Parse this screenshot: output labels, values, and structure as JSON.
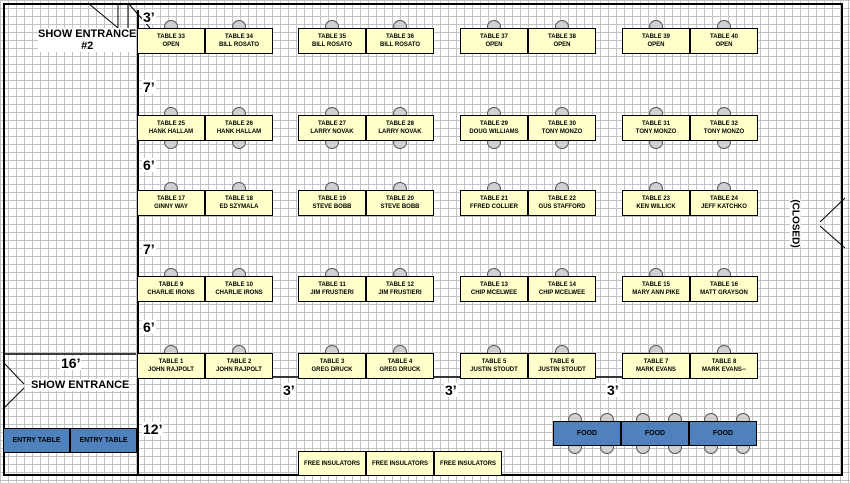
{
  "labels": {
    "entrance2_line1": "SHOW ENTRANCE",
    "entrance2_line2": "#2",
    "entrance": "SHOW ENTRANCE",
    "closed": "(CLOSED)"
  },
  "dims": {
    "d_top": "3’",
    "d_row1": "7’",
    "d_row2": "6’",
    "d_row3": "7’",
    "d_row4": "6’",
    "d_entry": "16’",
    "d_bottom": "12’",
    "gap1": "3’",
    "gap2": "3’",
    "gap3": "3’"
  },
  "rows": [
    {
      "tables": [
        {
          "name": "TABLE 33",
          "vendor": "OPEN"
        },
        {
          "name": "TABLE 34",
          "vendor": "BILL ROSATO"
        },
        {
          "name": "TABLE 35",
          "vendor": "BILL ROSATO"
        },
        {
          "name": "TABLE 36",
          "vendor": "BILL ROSATO"
        },
        {
          "name": "TABLE 37",
          "vendor": "OPEN"
        },
        {
          "name": "TABLE 38",
          "vendor": "OPEN"
        },
        {
          "name": "TABLE 39",
          "vendor": "OPEN"
        },
        {
          "name": "TABLE 40",
          "vendor": "OPEN"
        }
      ]
    },
    {
      "tables": [
        {
          "name": "TABLE 25",
          "vendor": "HANK HALLAM"
        },
        {
          "name": "TABLE 26",
          "vendor": "HANK HALLAM"
        },
        {
          "name": "TABLE 27",
          "vendor": "LARRY NOVAK"
        },
        {
          "name": "TABLE 28",
          "vendor": "LARRY NOVAK"
        },
        {
          "name": "TABLE 29",
          "vendor": "DOUG WILLIAMS"
        },
        {
          "name": "TABLE 30",
          "vendor": "TONY MONZO"
        },
        {
          "name": "TABLE 31",
          "vendor": "TONY MONZO"
        },
        {
          "name": "TABLE 32",
          "vendor": "TONY MONZO"
        }
      ]
    },
    {
      "tables": [
        {
          "name": "TABLE 17",
          "vendor": "GINNY WAY"
        },
        {
          "name": "TABLE 18",
          "vendor": "ED SZYMALA"
        },
        {
          "name": "TABLE 19",
          "vendor": "STEVE BOBB"
        },
        {
          "name": "TABLE 20",
          "vendor": "STEVE BOBB"
        },
        {
          "name": "TABLE 21",
          "vendor": "FFRED COLLIER"
        },
        {
          "name": "TABLE 22",
          "vendor": "GUS STAFFORD"
        },
        {
          "name": "TABLE 23",
          "vendor": "KEN WILLICK"
        },
        {
          "name": "TABLE 24",
          "vendor": "JEFF KATCHKO"
        }
      ]
    },
    {
      "tables": [
        {
          "name": "TABLE 9",
          "vendor": "CHARLIE IRONS"
        },
        {
          "name": "TABLE 10",
          "vendor": "CHARLIE IRONS"
        },
        {
          "name": "TABLE 11",
          "vendor": "JIM FRUSTIERI"
        },
        {
          "name": "TABLE 12",
          "vendor": "JIM FRUSTIERI"
        },
        {
          "name": "TABLE 13",
          "vendor": "CHIP MCELWEE"
        },
        {
          "name": "TABLE 14",
          "vendor": "CHIP MCELWEE"
        },
        {
          "name": "TABLE 15",
          "vendor": "MARY ANN PIKE"
        },
        {
          "name": "TABLE 16",
          "vendor": "MATT GRAYSON"
        }
      ]
    },
    {
      "tables": [
        {
          "name": "TABLE 1",
          "vendor": "JOHN RAJPOLT"
        },
        {
          "name": "TABLE 2",
          "vendor": "JOHN RAJPOLT"
        },
        {
          "name": "TABLE 3",
          "vendor": "GREG DRUCK"
        },
        {
          "name": "TABLE 4",
          "vendor": "GREG DRUCK"
        },
        {
          "name": "TABLE 5",
          "vendor": "JUSTIN STOUDT"
        },
        {
          "name": "TABLE 6",
          "vendor": "JUSTIN STOUDT"
        },
        {
          "name": "TABLE 7",
          "vendor": "MARK EVANS"
        },
        {
          "name": "TABLE 8",
          "vendor": "MARK EVANS--"
        }
      ]
    }
  ],
  "entry_tables": [
    "ENTRY TABLE",
    "ENTRY TABLE"
  ],
  "food_tables": [
    "FOOD",
    "FOOD",
    "FOOD"
  ],
  "insulator_tables": [
    "FREE INSULATORS",
    "FREE INSULATORS",
    "FREE INSULATORS"
  ],
  "colors": {
    "vendor_table": "#ffffcc",
    "service_table": "#4f81bd",
    "grid": "#c4c4c4"
  }
}
